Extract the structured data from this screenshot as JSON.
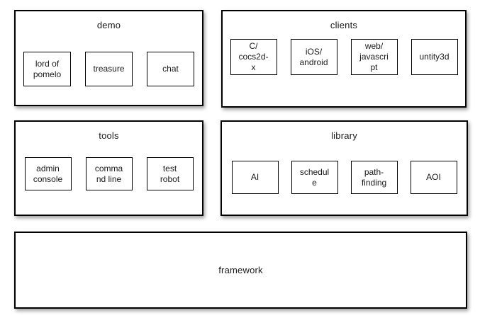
{
  "sections": [
    {
      "title": "demo",
      "nodes": [
        "lord of\npomelo",
        "treasure",
        "chat"
      ]
    },
    {
      "title": "clients",
      "nodes": [
        "C/\ncocs2d-\nx",
        "iOS/\nandroid",
        "web/\njavascri\npt",
        "untity3d"
      ]
    },
    {
      "title": "tools",
      "nodes": [
        "admin\nconsole",
        "comma\nnd line",
        "test\nrobot"
      ]
    },
    {
      "title": "library",
      "nodes": [
        "AI",
        "schedul\ne",
        "path-\nfinding",
        "AOI"
      ]
    },
    {
      "title": "framework",
      "nodes": []
    }
  ],
  "colors": {
    "background": "#ffffff",
    "border": "#000000",
    "text": "#1a1a1a"
  }
}
